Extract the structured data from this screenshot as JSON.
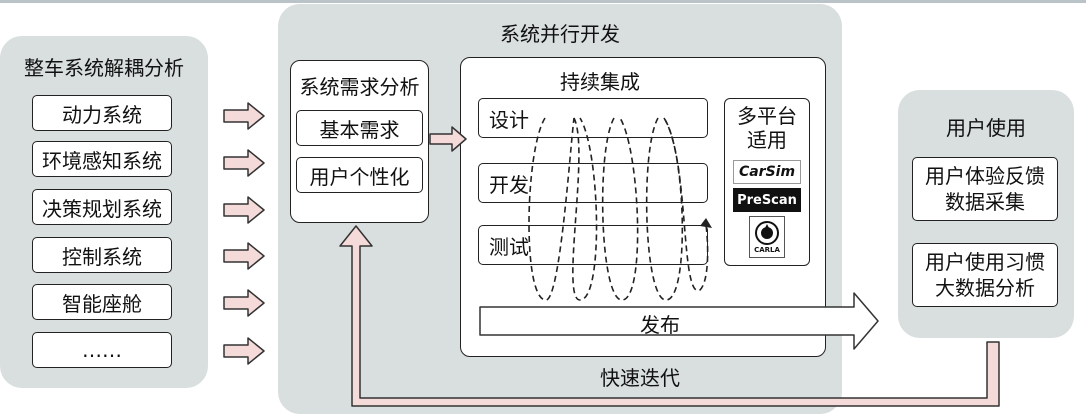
{
  "left_panel": {
    "title": "整车系统解耦分析",
    "items": [
      "动力系统",
      "环境感知系统",
      "决策规划系统",
      "控制系统",
      "智能座舱",
      "……"
    ]
  },
  "middle_panel": {
    "title": "系统并行开发",
    "requirements": {
      "title": "系统需求分析",
      "items": [
        "基本需求",
        "用户个性化"
      ]
    },
    "ci": {
      "title": "持续集成",
      "stages": [
        "设计",
        "开发",
        "测试"
      ],
      "release": "发布"
    },
    "platform": {
      "title": "多平台\n适用",
      "logos": [
        {
          "name": "CarSim",
          "text": "CarSim"
        },
        {
          "name": "PreScan",
          "text": "PreScan"
        },
        {
          "name": "CARLA",
          "text": "CARLA"
        }
      ]
    },
    "iteration_label": "快速迭代"
  },
  "right_panel": {
    "title": "用户使用",
    "items": [
      "用户体验反馈\n数据采集",
      "用户使用习惯\n大数据分析"
    ]
  },
  "colors": {
    "panel": "#d9dedf",
    "arrow_fill": "#f5dada",
    "arrow_stroke": "#333333"
  }
}
